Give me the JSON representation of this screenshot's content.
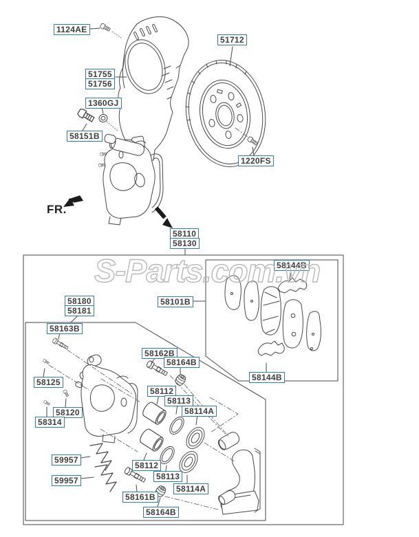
{
  "watermark": {
    "text": "S-Parts.com.vn"
  },
  "fr_label": "FR.",
  "colors": {
    "label_border": "#2f7fa6",
    "label_text": "#3d3d3d",
    "line_art": "#474747",
    "construction_line": "#6a6a6a",
    "watermark_outline": "#b8b8b8",
    "solid_arrow": "#1c1c1c",
    "background": "#ffffff"
  },
  "labels": [
    {
      "id": "1124AE",
      "text": "1124AE"
    },
    {
      "id": "51712",
      "text": "51712"
    },
    {
      "id": "51755",
      "text": "51755"
    },
    {
      "id": "51756",
      "text": "51756"
    },
    {
      "id": "1360GJ",
      "text": "1360GJ"
    },
    {
      "id": "58151B",
      "text": "58151B"
    },
    {
      "id": "1220FS",
      "text": "1220FS"
    },
    {
      "id": "58110",
      "text": "58110"
    },
    {
      "id": "58130",
      "text": "58130"
    },
    {
      "id": "58144B-top",
      "text": "58144B"
    },
    {
      "id": "58101B",
      "text": "58101B"
    },
    {
      "id": "58180",
      "text": "58180"
    },
    {
      "id": "58181",
      "text": "58181"
    },
    {
      "id": "58163B",
      "text": "58163B"
    },
    {
      "id": "58162B",
      "text": "58162B"
    },
    {
      "id": "58164B-upper",
      "text": "58164B"
    },
    {
      "id": "58125",
      "text": "58125"
    },
    {
      "id": "58112-upper",
      "text": "58112"
    },
    {
      "id": "58113-upper",
      "text": "58113"
    },
    {
      "id": "58114A-upper",
      "text": "58114A"
    },
    {
      "id": "58120",
      "text": "58120"
    },
    {
      "id": "58314",
      "text": "58314"
    },
    {
      "id": "58144B-bottom",
      "text": "58144B"
    },
    {
      "id": "59957-upper",
      "text": "59957"
    },
    {
      "id": "59957-lower",
      "text": "59957"
    },
    {
      "id": "58112-lower",
      "text": "58112"
    },
    {
      "id": "58113-lower",
      "text": "58113"
    },
    {
      "id": "58114A-lower",
      "text": "58114A"
    },
    {
      "id": "58161B",
      "text": "58161B"
    },
    {
      "id": "58164B-lower",
      "text": "58164B"
    }
  ]
}
